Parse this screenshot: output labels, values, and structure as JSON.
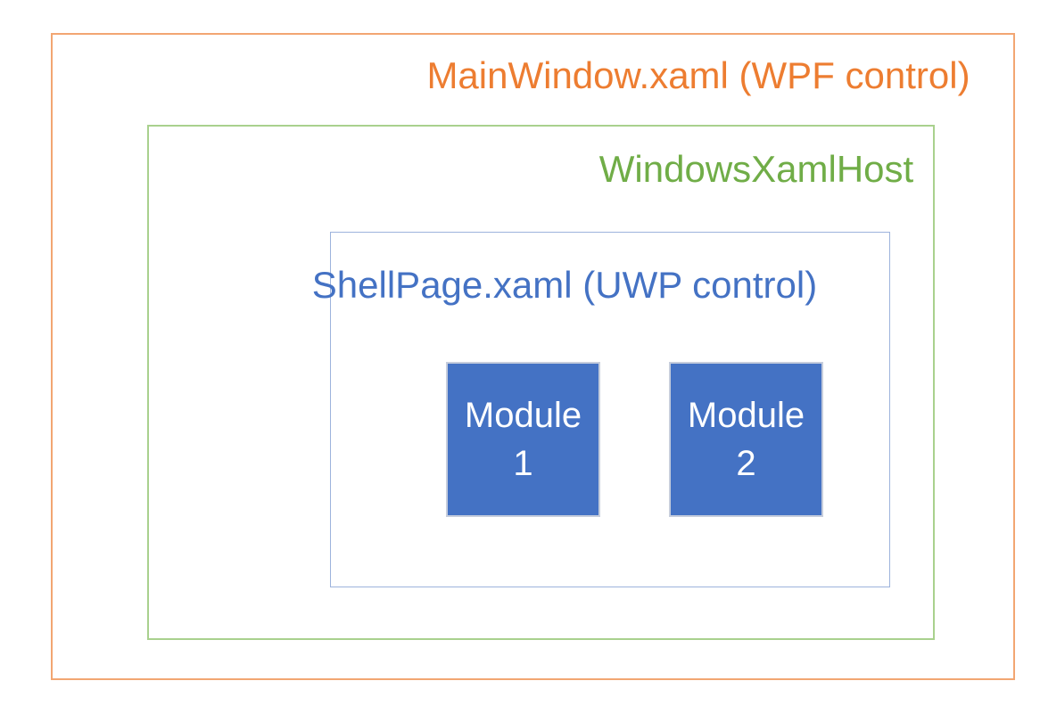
{
  "diagram": {
    "outer_box": {
      "label": "MainWindow.xaml (WPF control)",
      "text_color": "#ED7D31",
      "border_color": "#F2A672"
    },
    "host_box": {
      "label": "WindowsXamlHost",
      "text_color": "#70AD47",
      "border_color": "#A9D18E"
    },
    "shell_box": {
      "label": "ShellPage.xaml (UWP control)",
      "text_color": "#4472C4",
      "border_color": "#9DB3DC"
    },
    "modules": [
      {
        "name": "Module",
        "number": "1",
        "fill_color": "#4472C4",
        "text_color": "#FFFFFF"
      },
      {
        "name": "Module",
        "number": "2",
        "fill_color": "#4472C4",
        "text_color": "#FFFFFF"
      }
    ]
  }
}
